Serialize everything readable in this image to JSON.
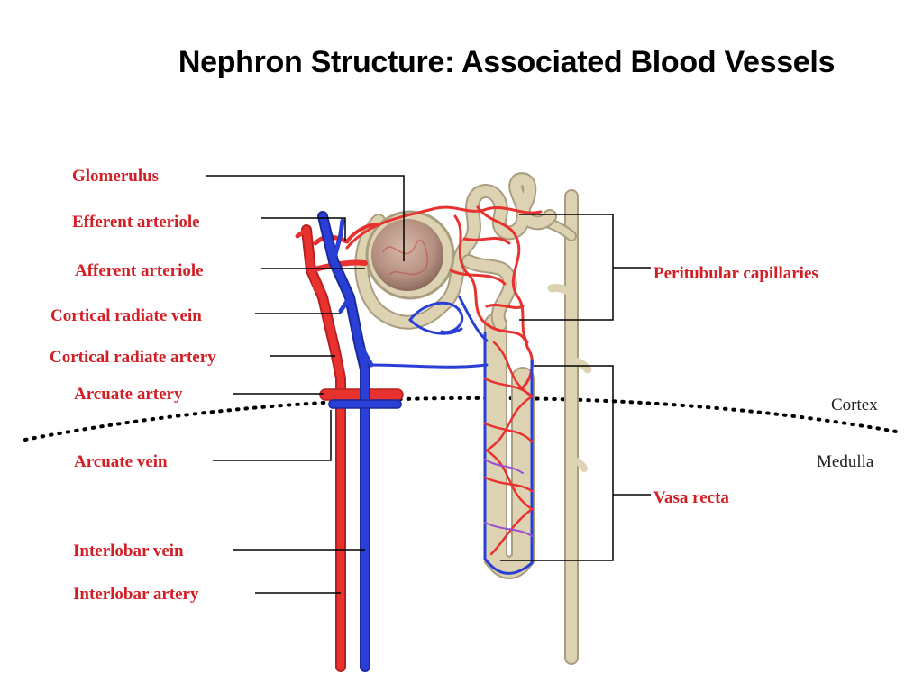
{
  "title": "Nephron Structure: Associated Blood Vessels",
  "colors": {
    "label": "#d21f26",
    "artery": "#e8322f",
    "vein": "#2a3fd6",
    "tubule": "#ddd3b3",
    "tubule_edge": "#a89e7f",
    "leader": "#000000"
  },
  "labels": {
    "glomerulus": "Glomerulus",
    "efferent_arteriole": "Efferent arteriole",
    "afferent_arteriole": "Afferent arteriole",
    "cortical_radiate_vein": "Cortical radiate vein",
    "cortical_radiate_artery": "Cortical radiate artery",
    "arcuate_artery": "Arcuate artery",
    "arcuate_vein": "Arcuate vein",
    "interlobar_vein": "Interlobar vein",
    "interlobar_artery": "Interlobar artery",
    "peritubular_capillaries": "Peritubular capillaries",
    "vasa_recta": "Vasa recta"
  },
  "zones": {
    "cortex": "Cortex",
    "medulla": "Medulla"
  }
}
